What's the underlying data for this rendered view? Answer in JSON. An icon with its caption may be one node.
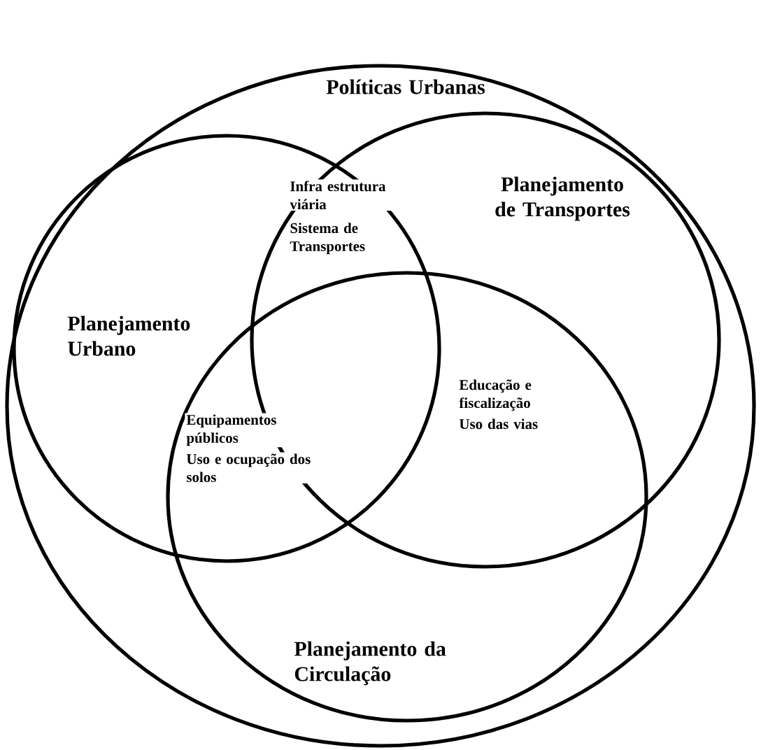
{
  "diagram": {
    "nodes": [
      {
        "text": [
          "Políticas Urbanas"
        ]
      },
      {
        "text": [
          "Planejamento Urbano"
        ],
        "in": 0
      },
      {
        "text": [
          "Planejamento de Transportes"
        ],
        "in": 0
      },
      {
        "text": [
          "Planejamento da Circulação"
        ],
        "in": 0
      }
    ],
    "labels": [
      "Infra estrutura viária",
      "Sistema de Transportes",
      "Equipamentos públicos",
      "Uso e ocupação dos solos",
      "Educação e fiscalização",
      "Uso das vias"
    ]
  }
}
